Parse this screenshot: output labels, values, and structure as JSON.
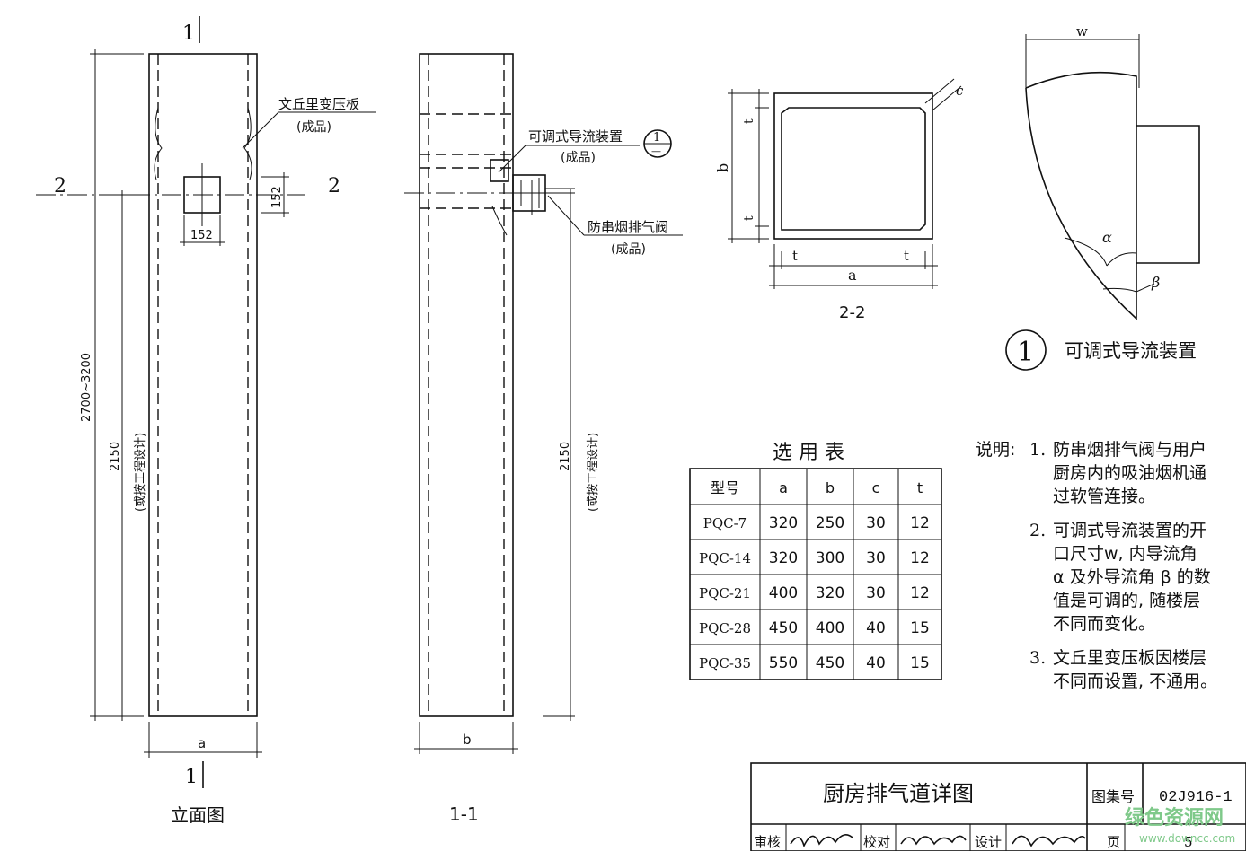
{
  "views": {
    "elevation": {
      "title": "立面图",
      "section_mark": "1",
      "section_mark_bottom": "1",
      "cut_mark_left": "2",
      "cut_mark_right": "2",
      "dim_total": "2700~3200",
      "dim_height": "2150",
      "dim_height_note": "(或按工程设计)",
      "dim_box_w": "152",
      "dim_box_h": "152",
      "dim_width": "a",
      "label_plate": "文丘里变压板",
      "label_plate_sub": "(成品)"
    },
    "section_1_1": {
      "title": "1-1",
      "dim_height": "2150",
      "dim_height_note": "(或按工程设计)",
      "dim_width": "b",
      "label_device": "可调式导流装置",
      "label_device_sub": "(成品)",
      "label_valve": "防串烟排气阀",
      "label_valve_sub": "(成品)",
      "callout_top": "1",
      "callout_bottom": "—"
    },
    "section_2_2": {
      "title": "2-2",
      "dim_t1": "t",
      "dim_t2": "t",
      "dim_t3": "t",
      "dim_t4": "t",
      "dim_a": "a",
      "dim_b": "b",
      "dim_c": "c"
    },
    "detail_1": {
      "number": "1",
      "title": "可调式导流装置",
      "dim_w": "w",
      "angle_alpha": "α",
      "angle_beta": "β"
    }
  },
  "selection_table": {
    "title": "选 用 表",
    "headers": [
      "型号",
      "a",
      "b",
      "c",
      "t"
    ],
    "rows": [
      [
        "PQC-7",
        "320",
        "250",
        "30",
        "12"
      ],
      [
        "PQC-14",
        "320",
        "300",
        "30",
        "12"
      ],
      [
        "PQC-21",
        "400",
        "320",
        "30",
        "12"
      ],
      [
        "PQC-28",
        "450",
        "400",
        "40",
        "15"
      ],
      [
        "PQC-35",
        "550",
        "450",
        "40",
        "15"
      ]
    ]
  },
  "notes": {
    "label": "说明:",
    "items": [
      {
        "num": "1.",
        "lines": [
          "防串烟排气阀与用户",
          "厨房内的吸油烟机通",
          "过软管连接。"
        ]
      },
      {
        "num": "2.",
        "lines": [
          "可调式导流装置的开",
          "口尺寸w, 内导流角",
          "α 及外导流角 β 的数",
          "值是可调的, 随楼层",
          "不同而变化。"
        ]
      },
      {
        "num": "3.",
        "lines": [
          "文丘里变压板因楼层",
          "不同而设置, 不通用。"
        ]
      }
    ]
  },
  "title_block": {
    "drawing_title": "厨房排气道详图",
    "atlas_label": "图集号",
    "atlas_no": "02J916-1",
    "review_label": "审核",
    "check_label": "校对",
    "design_label": "设计",
    "page_label": "页",
    "page_no": "5"
  },
  "watermark": {
    "line1": "绿色资源网",
    "line2": "www.downcc.com"
  }
}
